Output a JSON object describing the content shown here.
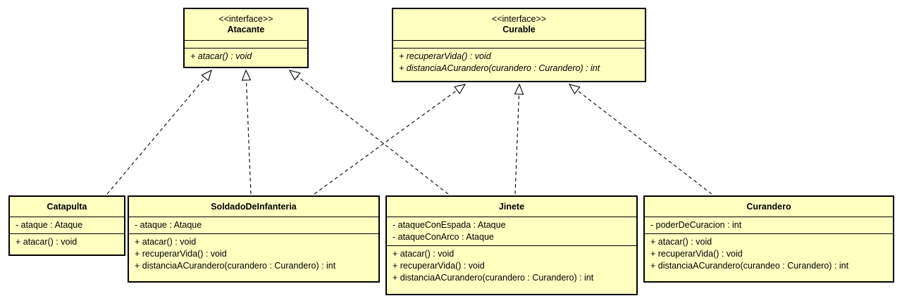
{
  "interfaces": [
    {
      "id": "atacante",
      "stereotype": "<<interface>>",
      "name": "Atacante",
      "methods": [
        "+ atacar() : void"
      ]
    },
    {
      "id": "curable",
      "stereotype": "<<interface>>",
      "name": "Curable",
      "methods": [
        "+ recuperarVida() : void",
        "+ distanciaACurandero(curandero : Curandero) : int"
      ]
    }
  ],
  "classes": [
    {
      "id": "catapulta",
      "name": "Catapulta",
      "attributes": [
        "- ataque : Ataque"
      ],
      "methods": [
        "+ atacar() : void"
      ]
    },
    {
      "id": "soldado",
      "name": "SoldadoDeInfanteria",
      "attributes": [
        "- ataque : Ataque"
      ],
      "methods": [
        "+ atacar() : void",
        "+ recuperarVida() : void",
        "+ distanciaACurandero(curandero : Curandero) : int"
      ]
    },
    {
      "id": "jinete",
      "name": "Jinete",
      "attributes": [
        "- ataqueConEspada : Ataque",
        "- ataqueConArco : Ataque"
      ],
      "methods": [
        "+ atacar() : void",
        "+ recuperarVida() : void",
        "+ distanciaACurandero(curandero : Curandero) : int"
      ]
    },
    {
      "id": "curandero",
      "name": "Curandero",
      "attributes": [
        "- poderDeCuracion : int"
      ],
      "methods": [
        "+ atacar() : void",
        "+ recuperarVida() : void",
        "+ distanciaACurandero(curandeo : Curandero) : int"
      ]
    }
  ],
  "realizations": [
    {
      "from": "catapulta",
      "to": "atacante"
    },
    {
      "from": "soldado",
      "to": "atacante"
    },
    {
      "from": "jinete",
      "to": "atacante"
    },
    {
      "from": "soldado",
      "to": "curable"
    },
    {
      "from": "jinete",
      "to": "curable"
    },
    {
      "from": "curandero",
      "to": "curable"
    }
  ],
  "colors": {
    "box_fill": "#ffffc0",
    "line": "#000000"
  }
}
